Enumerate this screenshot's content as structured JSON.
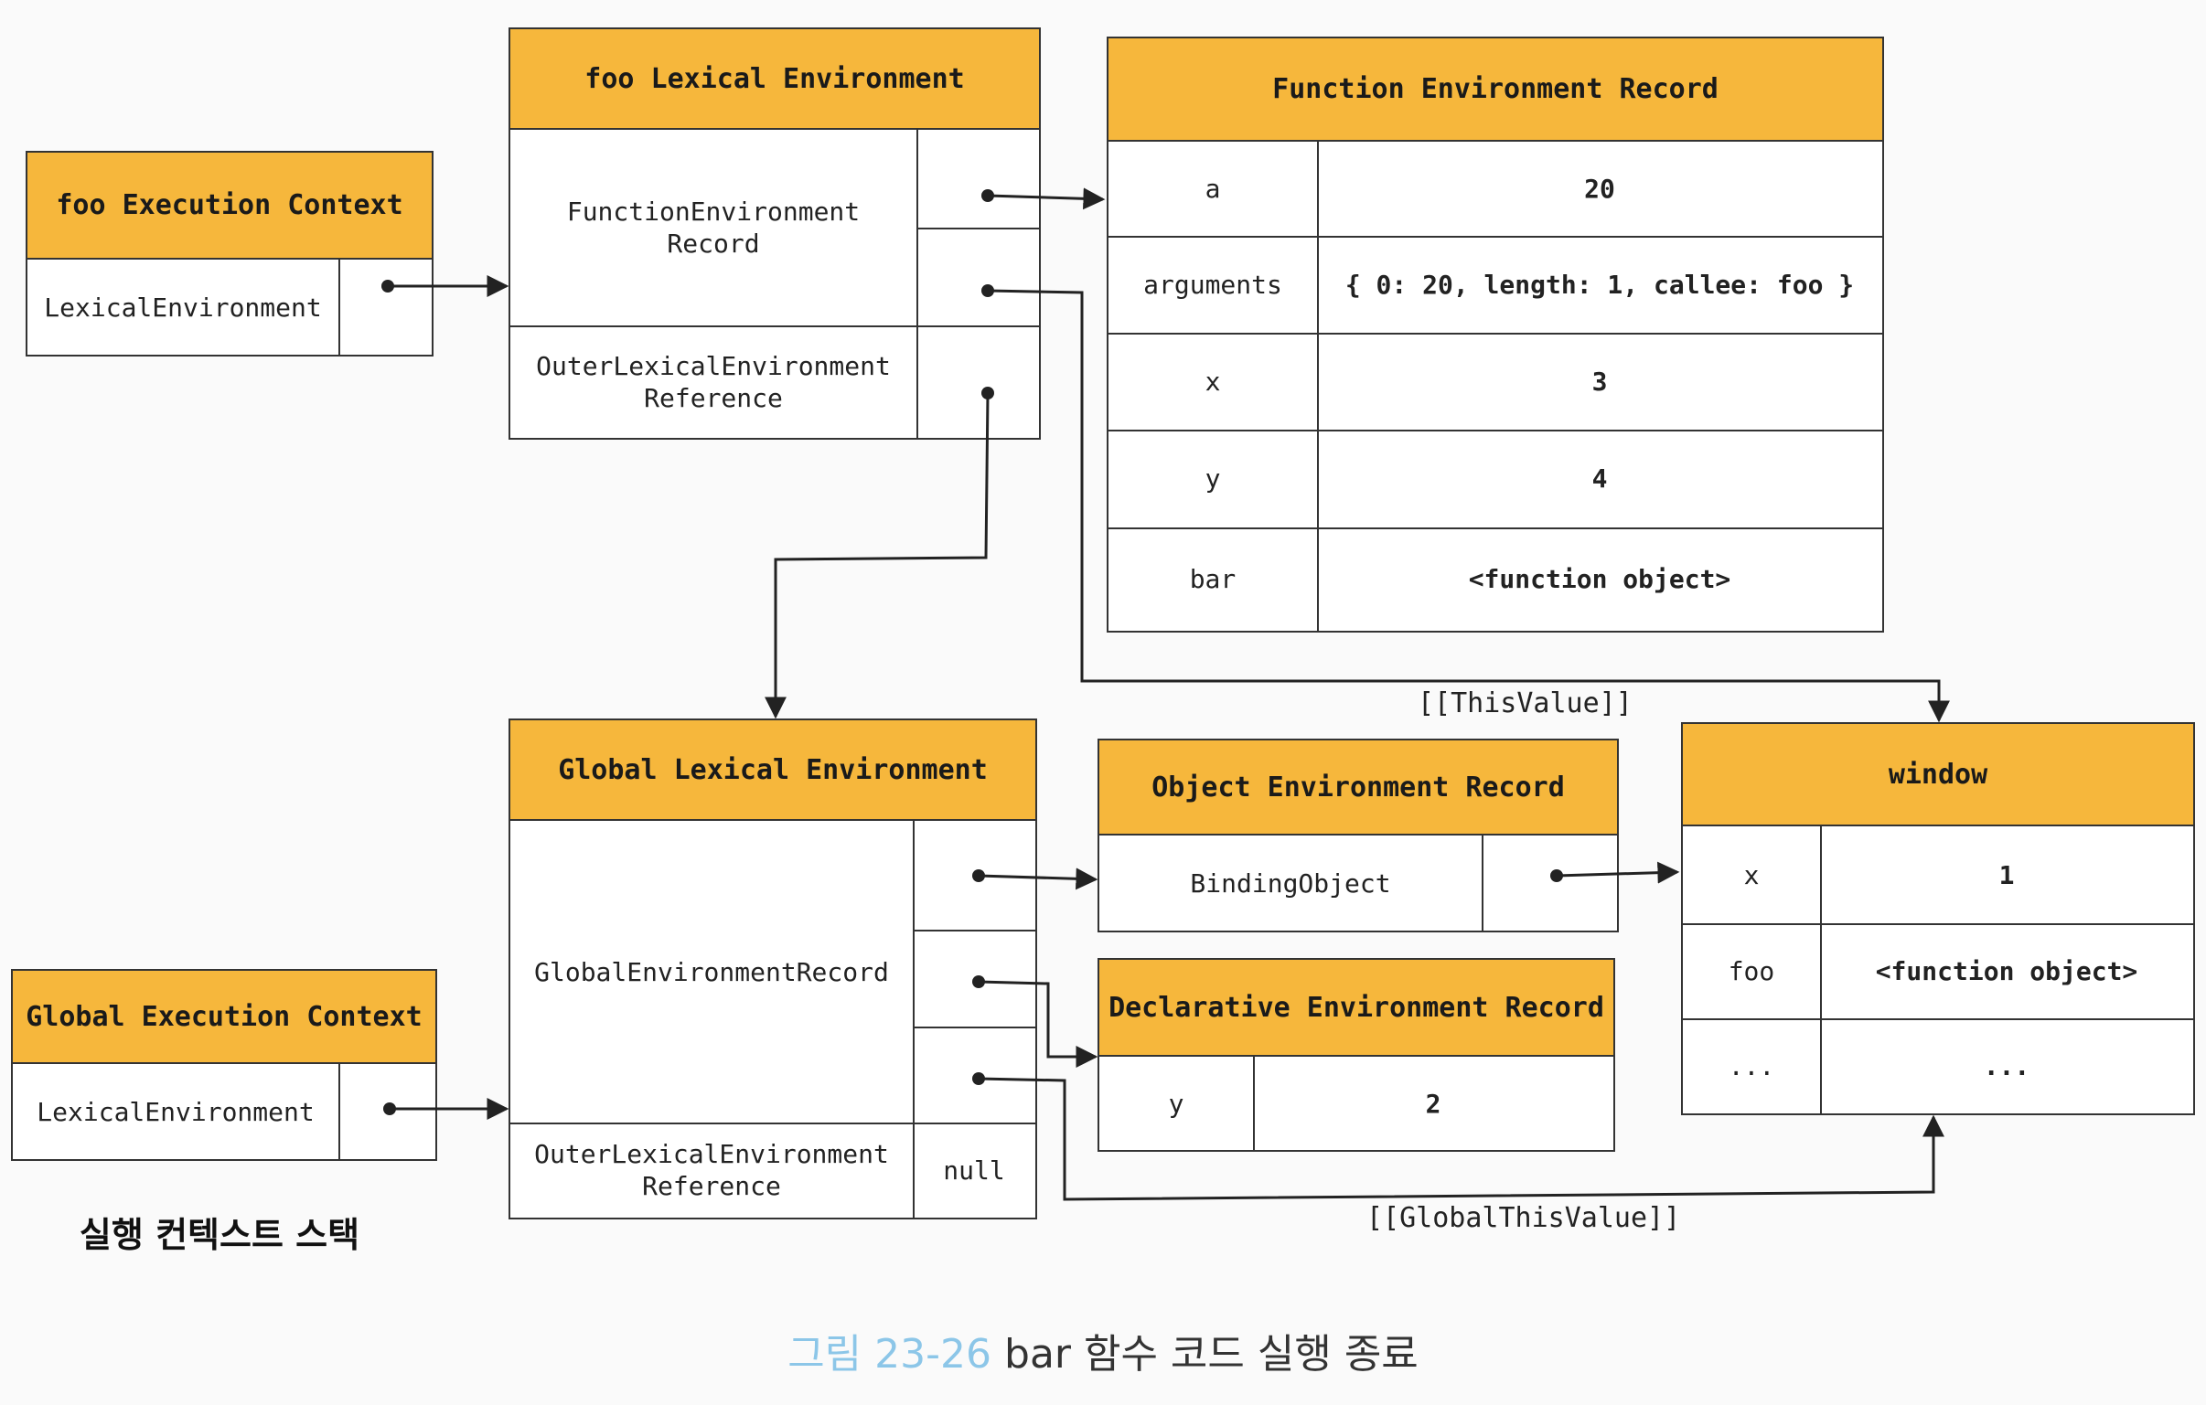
{
  "foo_execution_context": {
    "title": "foo Execution Context",
    "lexical_environment_label": "LexicalEnvironment"
  },
  "foo_lexical_environment": {
    "title": "foo Lexical Environment",
    "record_label": "FunctionEnvironment Record",
    "outer_label": "OuterLexicalEnvironment Reference"
  },
  "function_environment_record": {
    "title": "Function Environment Record",
    "rows": [
      {
        "name": "a",
        "value": "20"
      },
      {
        "name": "arguments",
        "value": "{ 0: 20, length: 1, callee: foo }"
      },
      {
        "name": "x",
        "value": "3"
      },
      {
        "name": "y",
        "value": "4"
      },
      {
        "name": "bar",
        "value": "<function object>"
      }
    ]
  },
  "this_value_label": "[[ThisValue]]",
  "global_this_value_label": "[[GlobalThisValue]]",
  "global_execution_context": {
    "title": "Global Execution Context",
    "lexical_environment_label": "LexicalEnvironment"
  },
  "global_lexical_environment": {
    "title": "Global Lexical Environment",
    "record_label": "GlobalEnvironmentRecord",
    "outer_label": "OuterLexicalEnvironment Reference",
    "outer_value": "null"
  },
  "object_environment_record": {
    "title": "Object Environment Record",
    "binding_label": "BindingObject"
  },
  "declarative_environment_record": {
    "title": "Declarative Environment Record",
    "rows": [
      {
        "name": "y",
        "value": "2"
      }
    ]
  },
  "window": {
    "title": "window",
    "rows": [
      {
        "name": "x",
        "value": "1"
      },
      {
        "name": "foo",
        "value": "<function object>"
      },
      {
        "name": "...",
        "value": "..."
      }
    ]
  },
  "execution_context_stack_label": "실행 컨텍스트 스택",
  "caption": {
    "figure_number": "그림 23-26",
    "text": "bar 함수 코드 실행 종료"
  },
  "colors": {
    "header_fill": "#f6b73c",
    "border": "#333333",
    "caption_number": "#8cc6e8"
  }
}
